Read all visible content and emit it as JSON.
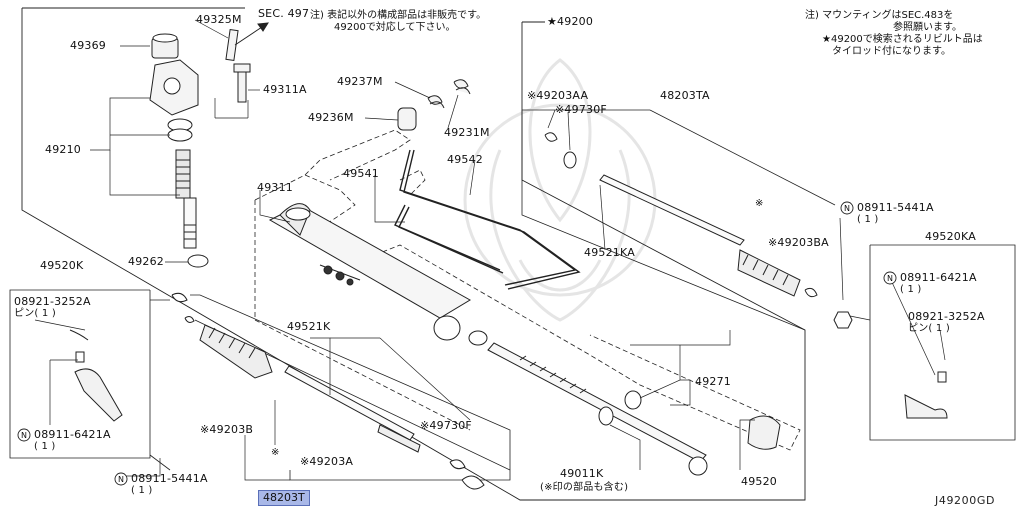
{
  "notes": {
    "top_center": [
      "注) 表記以外の構成部品は非販売です。",
      "49200で対応して下さい。"
    ],
    "top_right": [
      "注) マウンティングはSEC.483を",
      "参照願います。",
      "★49200で検索されるリビルト品は",
      "タイロッド付になります。"
    ]
  },
  "labels": {
    "sec497": "SEC. 497",
    "p49325M": "49325M",
    "p49369": "49369",
    "p49311A": "49311A",
    "p49210": "49210",
    "p49262": "49262",
    "p49200": "★49200",
    "p49237M": "49237M",
    "p49236M": "49236M",
    "p49231M": "49231M",
    "p49542": "49542",
    "p49541": "49541",
    "p49311": "49311",
    "p49203AA": "※49203AA",
    "p49730F_top": "※49730F",
    "p48203TA": "48203TA",
    "p49521KA": "49521KA",
    "p49203BA": "※49203BA",
    "n08911_5441A_right": "08911-5441A",
    "n08911_5441A_right_qty": "( 1 )",
    "p49520KA": "49520KA",
    "n08911_6421A_right": "08911-6421A",
    "n08911_6421A_right_qty": "( 1 )",
    "p08921_3252A_right": "08921-3252A",
    "pin_right": "ピン( 1 )",
    "p49520K": "49520K",
    "p08921_3252A_left": "08921-3252A",
    "pin_left": "ピン( 1 )",
    "n08911_6421A_left": "08911-6421A",
    "n08911_6421A_left_qty": "( 1 )",
    "p49521K": "49521K",
    "p49271": "49271",
    "p49203B": "※49203B",
    "p49730F_bottom": "※49730F",
    "p49203A": "※49203A",
    "p49011K": "49011K",
    "p49011K_note": "(※印の部品も含む)",
    "p49520": "49520",
    "n08911_5441A_left": "08911-5441A",
    "n08911_5441A_left_qty": "( 1 )",
    "p48203T": "48203T",
    "asterisk": "※",
    "diagram_id": "J49200GD"
  },
  "highlight_color": "#a9b8e8"
}
